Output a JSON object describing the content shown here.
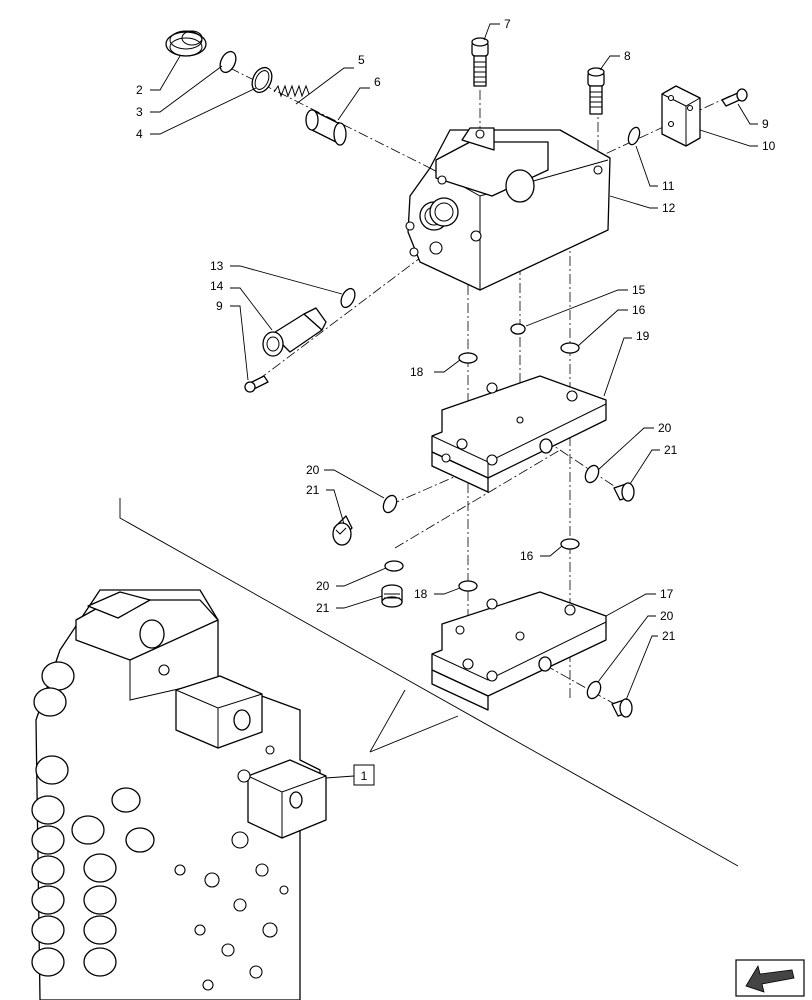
{
  "diagram": {
    "callouts": {
      "c2": "2",
      "c3": "3",
      "c4": "4",
      "c5": "5",
      "c6": "6",
      "c7": "7",
      "c8": "8",
      "c9a": "9",
      "c10": "10",
      "c11": "11",
      "c12": "12",
      "c13": "13",
      "c14": "14",
      "c9b": "9",
      "c15": "15",
      "c16a": "16",
      "c19": "19",
      "c18a": "18",
      "c20a": "20",
      "c21a": "21",
      "c20b": "20",
      "c21b": "21",
      "c16b": "16",
      "c20c": "20",
      "c21c": "21",
      "c18b": "18",
      "c17": "17",
      "c20d": "20",
      "c21d": "21",
      "c1": "1"
    },
    "icons": {
      "navigation": "arrow-navigation-icon"
    }
  }
}
